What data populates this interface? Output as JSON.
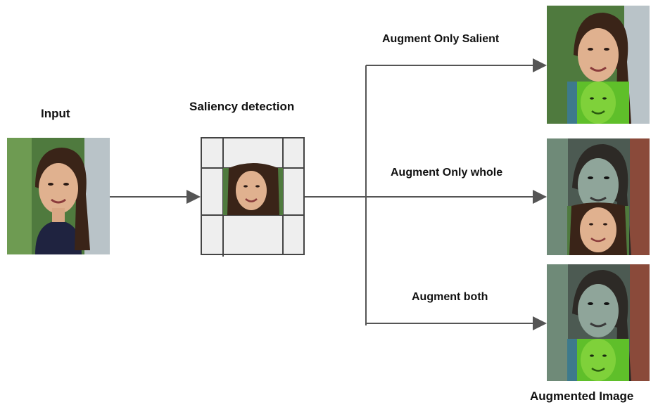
{
  "labels": {
    "input": "Input",
    "saliency": "Saliency detection",
    "augment_salient": "Augment Only Salient",
    "augment_whole": "Augment Only whole",
    "augment_both": "Augment both",
    "augmented_image": "Augmented Image"
  },
  "colors": {
    "arrow": "#555555",
    "grid_fill": "#eeeeee",
    "grid_line": "#444444",
    "background_green": "#5b8a4a",
    "shirt": "#1f2340",
    "hair": "#3a2418",
    "skin": "#e0b18f",
    "augmented_green": "#5fbf2a",
    "augmented_gray": "#8fa59a"
  }
}
